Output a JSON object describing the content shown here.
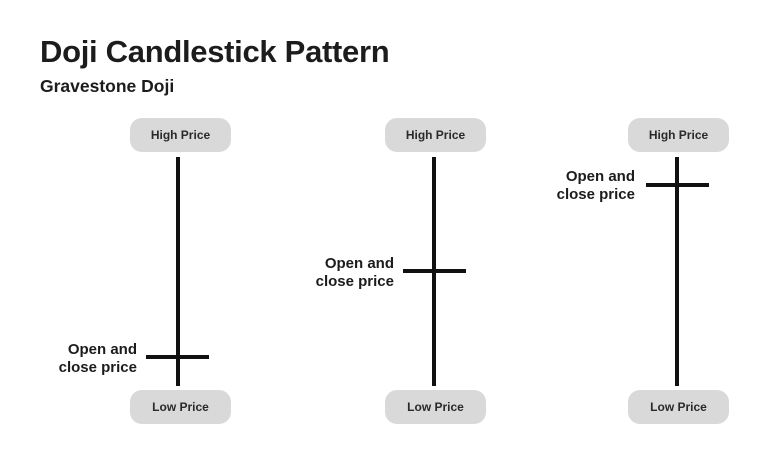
{
  "header": {
    "title": "Doji Candlestick Pattern",
    "subtitle": "Gravestone Doji"
  },
  "candles": [
    {
      "high_label": "High Price",
      "low_label": "Low Price",
      "oc_label_line1": "Open and",
      "oc_label_line2": "close price",
      "open_close_position": "near low"
    },
    {
      "high_label": "High Price",
      "low_label": "Low Price",
      "oc_label_line1": "Open and",
      "oc_label_line2": "close price",
      "open_close_position": "middle"
    },
    {
      "high_label": "High Price",
      "low_label": "Low Price",
      "oc_label_line1": "Open and",
      "oc_label_line2": "close price",
      "open_close_position": "near high"
    }
  ],
  "colors": {
    "line": "#111111",
    "pill": "#d9d9d9",
    "text": "#1c1c1c",
    "background": "#ffffff"
  }
}
